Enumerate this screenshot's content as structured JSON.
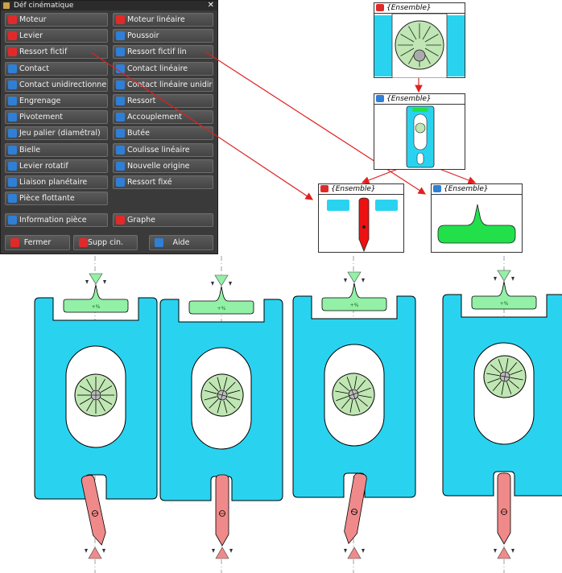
{
  "palette": {
    "title": "Déf cinématique",
    "close": "✕",
    "left_buttons": [
      {
        "label": "Moteur",
        "icon": "motor-icon",
        "color": "#e02a2a"
      },
      {
        "label": "Levier",
        "icon": "lever-icon",
        "color": "#e02a2a"
      },
      {
        "label": "Ressort fictif",
        "icon": "fictive-spring-icon",
        "color": "#e02a2a"
      },
      {
        "label": "Contact",
        "icon": "contact-icon",
        "color": "#2f7fd6"
      },
      {
        "label": "Contact unidirectionnel",
        "icon": "unidirectional-contact-icon",
        "color": "#2f7fd6"
      },
      {
        "label": "Engrenage",
        "icon": "gear-icon",
        "color": "#2f7fd6"
      },
      {
        "label": "Pivotement",
        "icon": "pivot-icon",
        "color": "#2f7fd6"
      },
      {
        "label": "Jeu palier (diamétral)",
        "icon": "bearing-clearance-icon",
        "color": "#2f7fd6"
      },
      {
        "label": "Bielle",
        "icon": "connecting-rod-icon",
        "color": "#2f7fd6"
      },
      {
        "label": "Levier rotatif",
        "icon": "rotary-lever-icon",
        "color": "#2f7fd6"
      },
      {
        "label": "Liaison planétaire",
        "icon": "planetary-link-icon",
        "color": "#2f7fd6"
      },
      {
        "label": "Pièce flottante",
        "icon": "floating-part-icon",
        "color": "#2f7fd6"
      }
    ],
    "right_buttons": [
      {
        "label": "Moteur linéaire",
        "icon": "linear-motor-icon",
        "color": "#e02a2a"
      },
      {
        "label": "Poussoir",
        "icon": "pusher-icon",
        "color": "#2f7fd6"
      },
      {
        "label": "Ressort fictif lin",
        "icon": "linear-fictive-spring-icon",
        "color": "#2f7fd6"
      },
      {
        "label": "Contact linéaire",
        "icon": "linear-contact-icon",
        "color": "#2f7fd6"
      },
      {
        "label": "Contact linéaire unidir",
        "icon": "linear-unidir-contact-icon",
        "color": "#2f7fd6"
      },
      {
        "label": "Ressort",
        "icon": "spring-icon",
        "color": "#2f7fd6"
      },
      {
        "label": "Accouplement",
        "icon": "coupling-icon",
        "color": "#2f7fd6"
      },
      {
        "label": "Butée",
        "icon": "stop-icon",
        "color": "#2f7fd6"
      },
      {
        "label": "Coulisse linéaire",
        "icon": "linear-slide-icon",
        "color": "#2f7fd6"
      },
      {
        "label": "Nouvelle origine",
        "icon": "new-origin-icon",
        "color": "#2f7fd6"
      },
      {
        "label": "Ressort fixé",
        "icon": "fixed-spring-icon",
        "color": "#2f7fd6"
      }
    ],
    "info_button": {
      "label": "Information pièce",
      "icon": "info-icon",
      "color": "#2f7fd6"
    },
    "graph_button": {
      "label": "Graphe",
      "icon": "graph-icon",
      "color": "#e02a2a"
    },
    "close_button": {
      "label": "Fermer",
      "icon": "close-x-icon",
      "color": "#e02a2a"
    },
    "delete_button": {
      "label": "Supp cin.",
      "icon": "delete-x-icon",
      "color": "#e02a2a"
    },
    "help_button": {
      "label": "Aide",
      "icon": "help-icon",
      "color": "#2f7fd6"
    }
  },
  "assembly_tree": {
    "cards": [
      {
        "label": "{Ensemble}",
        "icon": "motor-icon"
      },
      {
        "label": "{Ensemble}",
        "icon": "pivot-icon"
      },
      {
        "label": "{Ensemble}",
        "icon": "fictive-spring-icon"
      },
      {
        "label": "{Ensemble}",
        "icon": "linear-fictive-spring-icon"
      }
    ]
  },
  "mechanism": {
    "frame_count": 4,
    "pusher_label": "+%",
    "colors": {
      "frame": "#29d3f0",
      "pusher": "#93f0a7",
      "cam": "#bfe6b3",
      "lever": "#f08a8a",
      "outline": "#000000",
      "arrow": "#e02020",
      "bright_green": "#22e04a",
      "bright_red": "#ee1111"
    }
  }
}
